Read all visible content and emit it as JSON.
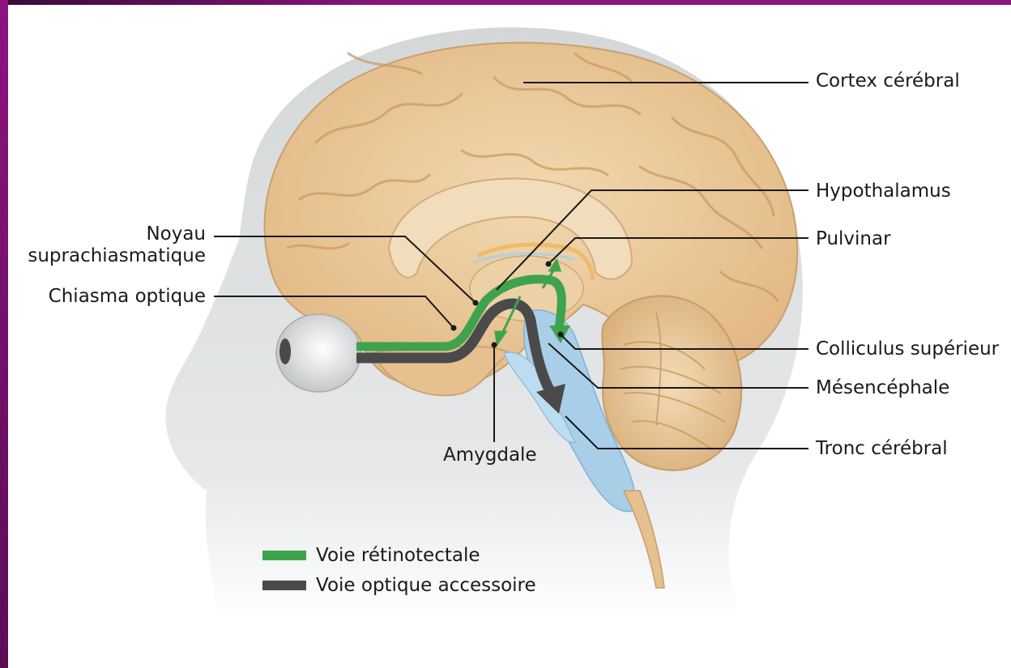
{
  "labels": {
    "cortex": "Cortex cérébral",
    "hypothalamus": "Hypothalamus",
    "pulvinar": "Pulvinar",
    "colliculus": "Colliculus supérieur",
    "mesencephale": "Mésencéphale",
    "tronc": "Tronc cérébral",
    "noyau_line1": "Noyau",
    "noyau_line2": "suprachiasmatique",
    "chiasma": "Chiasma optique",
    "amygdale": "Amygdale"
  },
  "legend": [
    {
      "label": "Voie rétinotectale",
      "color": "#3fa34d"
    },
    {
      "label": "Voie optique accessoire",
      "color": "#4a4a4a"
    }
  ],
  "colors": {
    "frame": "#8c1480",
    "brain": "#e8c79a",
    "head": "#d8dadb",
    "ventricle": "#a9cfe8",
    "retinotectal": "#3fa34d",
    "accessory": "#4a4a4a"
  }
}
